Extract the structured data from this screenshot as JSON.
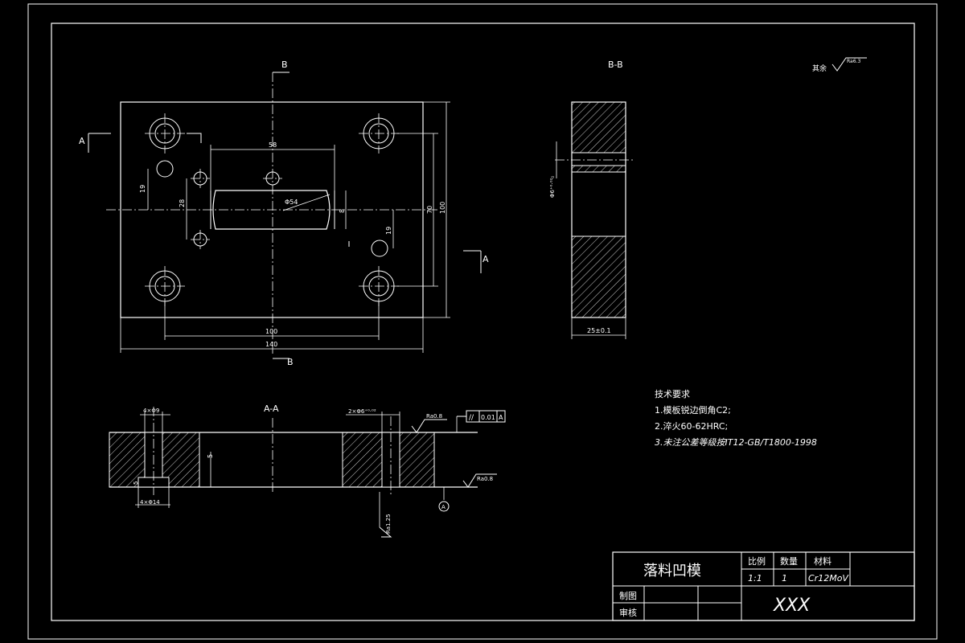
{
  "drawing": {
    "view_bb_label": "B-B",
    "view_aa_label": "A-A",
    "section_letters": {
      "a": "A",
      "b": "B"
    },
    "roughness_note": {
      "prefix": "其余",
      "value": "Ra6.3"
    },
    "plan_dims": {
      "w58": "58",
      "w100": "100",
      "w140": "140",
      "v19a": "19",
      "v28": "28",
      "v19b": "19",
      "v70": "70",
      "v100": "100",
      "dia54": "Φ54",
      "v8": "8"
    },
    "bb_dims": {
      "thickness": "25±0.1",
      "hole": "Φ6⁺⁰·⁰²₀"
    },
    "aa_dims": {
      "holes_top": "4×Φ9",
      "holes_bot": "4×Φ14",
      "depth5a": "5",
      "depth5b": "5",
      "pin_holes": "2×Φ6⁺⁰·⁰²",
      "ra_top": "Ra0.8",
      "ra_bot": "Ra0.8",
      "ra_side": "Ra1.25",
      "parallel_tol": "0.01",
      "parallel_datum": "A",
      "datum_label": "A",
      "parallel_sym": "//"
    },
    "tech_req": {
      "title": "技术要求",
      "items": [
        "1.模板锐边倒角C2;",
        "2.淬火60-62HRC;",
        "3.未注公差等级按IT12-GB/T1800-1998"
      ]
    },
    "title_block": {
      "part_name": "落料凹模",
      "scale_label": "比例",
      "qty_label": "数量",
      "material_label": "材料",
      "scale": "1:1",
      "qty": "1",
      "material": "Cr12MoV",
      "drawn_label": "制图",
      "checked_label": "审核",
      "company": "XXX"
    }
  }
}
